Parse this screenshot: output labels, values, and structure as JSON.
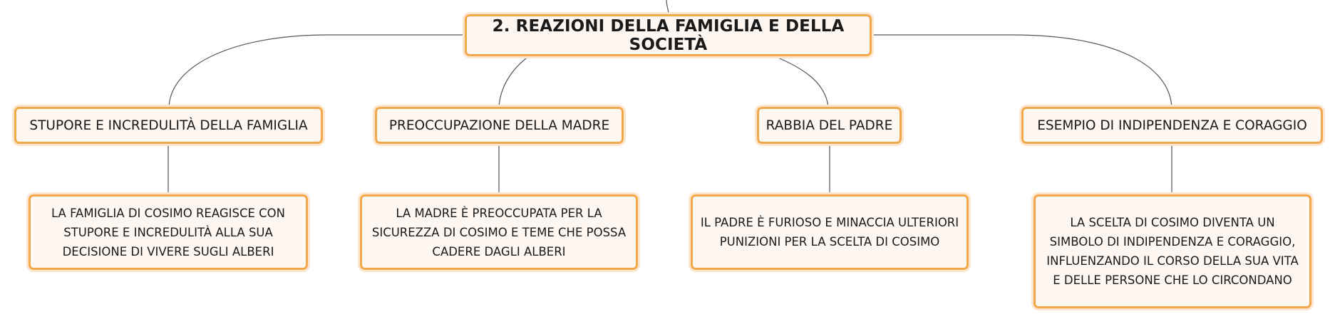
{
  "diagram": {
    "root": {
      "label": "2. REAZIONI DELLA FAMIGLIA E DELLA SOCIETÀ"
    },
    "branches": [
      {
        "label": "STUPORE E INCREDULITÀ DELLA FAMIGLIA",
        "detail": "LA FAMIGLIA DI COSIMO REAGISCE CON STUPORE E INCREDULITÀ ALLA SUA DECISIONE DI VIVERE SUGLI ALBERI"
      },
      {
        "label": "PREOCCUPAZIONE DELLA MADRE",
        "detail": "LA MADRE È PREOCCUPATA PER LA SICUREZZA DI COSIMO E TEME CHE POSSA CADERE DAGLI ALBERI"
      },
      {
        "label": "RABBIA DEL PADRE",
        "detail": "IL PADRE È FURIOSO E MINACCIA ULTERIORI PUNIZIONI PER LA SCELTA DI COSIMO"
      },
      {
        "label": "ESEMPIO DI INDIPENDENZA E CORAGGIO",
        "detail": "LA SCELTA DI COSIMO DIVENTA UN SIMBOLO DI INDIPENDENZA E CORAGGIO, INFLUENZANDO IL CORSO DELLA SUA VITA E DELLE PERSONE CHE LO CIRCONDANO"
      }
    ],
    "colors": {
      "node_border": "#f2a84a",
      "node_fill": "#fdf6f1",
      "connector": "#555555"
    }
  }
}
